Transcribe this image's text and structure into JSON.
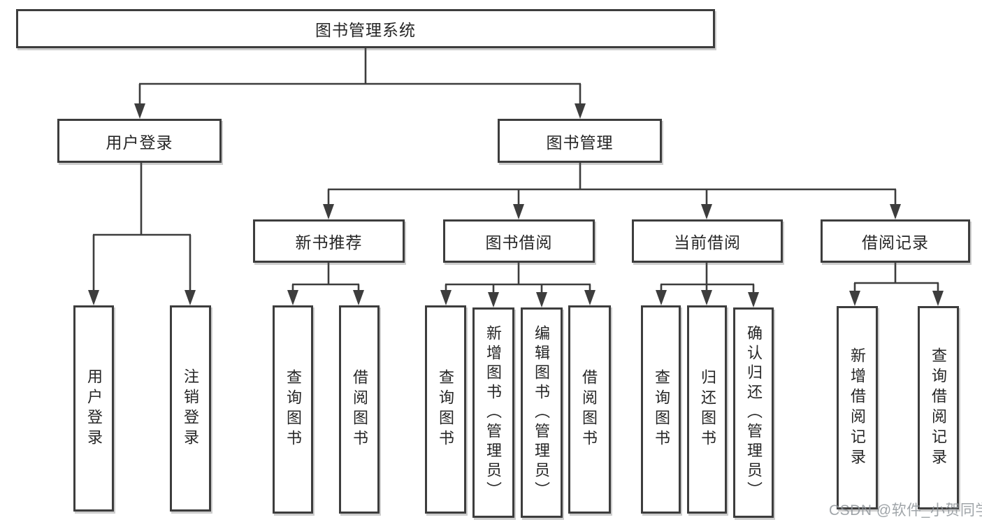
{
  "nodes": {
    "root": {
      "label": "图书管理系统"
    },
    "user_login": {
      "label": "用户登录"
    },
    "book_mgmt": {
      "label": "图书管理"
    },
    "new_book_rec": {
      "label": "新书推荐"
    },
    "book_borrow": {
      "label": "图书借阅"
    },
    "current_borrow": {
      "label": "当前借阅"
    },
    "borrow_records": {
      "label": "借阅记录"
    },
    "leaf_user_login": {
      "label": "用户登录"
    },
    "leaf_logout": {
      "label": "注销登录"
    },
    "leaf_rec_query": {
      "label": "查询图书"
    },
    "leaf_rec_borrow": {
      "label": "借阅图书"
    },
    "leaf_bb_query": {
      "label": "查询图书"
    },
    "leaf_bb_add": {
      "label": "新增图书（管理员）"
    },
    "leaf_bb_edit": {
      "label": "编辑图书（管理员）"
    },
    "leaf_bb_borrow": {
      "label": "借阅图书"
    },
    "leaf_cb_query": {
      "label": "查询图书"
    },
    "leaf_cb_return": {
      "label": "归还图书"
    },
    "leaf_cb_confirm": {
      "label": "确认归还（管理员）"
    },
    "leaf_br_add_record": {
      "label": "新增借阅记录"
    },
    "leaf_br_query_record": {
      "label": "查询借阅记录"
    }
  },
  "hierarchy": {
    "root": [
      "user_login",
      "book_mgmt"
    ],
    "user_login": [
      "leaf_user_login",
      "leaf_logout"
    ],
    "book_mgmt": [
      "new_book_rec",
      "book_borrow",
      "current_borrow",
      "borrow_records"
    ],
    "new_book_rec": [
      "leaf_rec_query",
      "leaf_rec_borrow"
    ],
    "book_borrow": [
      "leaf_bb_query",
      "leaf_bb_add",
      "leaf_bb_edit",
      "leaf_bb_borrow"
    ],
    "current_borrow": [
      "leaf_cb_query",
      "leaf_cb_return",
      "leaf_cb_confirm"
    ],
    "borrow_records": [
      "leaf_br_add_record",
      "leaf_br_query_record"
    ]
  },
  "watermark": {
    "text": "CSDN @软件_小贺同学"
  },
  "colors": {
    "line": "#3d3d3d",
    "border": "#3d3d3d",
    "text": "#262626",
    "watermark": "#8f959a",
    "background": "#ffffff"
  }
}
